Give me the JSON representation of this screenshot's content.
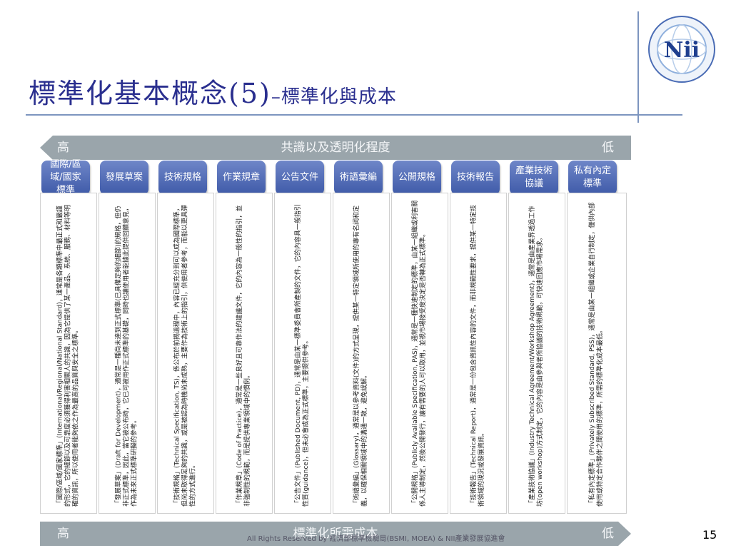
{
  "title": {
    "main": "標準化基本概念(5)",
    "sub": "–標準化與成本"
  },
  "top_banner": {
    "left": "高",
    "center": "共識以及透明化程度",
    "right": "低"
  },
  "bottom_banner": {
    "left": "高",
    "center": "標準化所需成本",
    "right": "低"
  },
  "categories": [
    {
      "label": "國際/區域/國家標準"
    },
    {
      "label": "發展草案"
    },
    {
      "label": "技術規格"
    },
    {
      "label": "作業規章"
    },
    {
      "label": "公告文件"
    },
    {
      "label": "術語彙編"
    },
    {
      "label": "公開規格"
    },
    {
      "label": "技術報告"
    },
    {
      "label": "產業技術協議"
    },
    {
      "label": "私有內定標準"
    }
  ],
  "descriptions": [
    "「國際/區域/國家標準」(International/Regional/National Standard)，通常是各類標準中最正式和嚴謹的形式，它的細節以及可靠度必須獲得利害相關人的共識，因為它提供了某一產品、系統、服務、材料等明確的資訊，所以使用者能夠依之作為最高的品質與安全之標準。",
    "「發展草案」(Draft for Development)，通常是一種尚未達到正式標準(已具備足夠的細節)的規格，但仍非正式標準，因此，當它被公布時，它已可被用作正式標準的基礎，同時也讓使用者能據此提供回饋意見，作為未來正式標準研擬的參考。",
    "「技術規格」(Technical Specification, TS)，係公布於前揭過程中，內容已經充分到可以成為國際標準，但尚未取得足夠的共識，或是被認為時機尚未成熟，主要作為技術上的指引，供使用者參考，而能以更具彈性的方式進行。",
    "「作業規章」(Code of Practice)，通常是一些良好且可靠作法的建議文件，它的內容為一般性的指引，並非強制性的規範，而是提供專業領域中的慣例。",
    "「公告文件」(Published Document, PD)，通常是由某一標準委員會所產製的文件，它的內容具一般指引性質(guidance)，但未必會成為正式標準，主要提供參考。",
    "「術語彙編」(Glossary)，通常是以參考資料(文件)的方式呈現，提供某一特定領域所使用的專有名詞和定義，以確保相關領域中的溝通一致，避免誤解。",
    "「公開規格」(Publicly Available Specification, PAS)，通常是一種快速制定的標準，由某一組織或利害關係人主導制定，然後公開發行，讓有需要的人可以取用，並視市場接受度決定是否轉為正式標準。",
    "「技術報告」(Technical Report)，通常是一份包含資訊性內容的文件，而非規範性要求，提供某一特定技術領域的現況或發展資訊。",
    "「產業技術協議」(Industry Technical Agreement/Workshop Agreement)，通常是由產業界透過工作坊(open workshop)方式制定，它的內容是由參與者所協議的技術規範，可快速回應市場需求。",
    "「私有內定標準」(Privately Subscribed Standard, PSS)，通常是由某一組織或企業自行制定，僅供內部使用或特定合作夥伴之間使用的標準，所需的標準化成本最低。"
  ],
  "footer": "All Rights Reserved by 經濟部標準檢驗局(BSMI, MOEA) & NII產業發展協進會",
  "page_number": "15",
  "logo": {
    "text": "Nii",
    "icon": "nii-globe-logo-icon"
  },
  "colors": {
    "title": "#2a2f8f",
    "banner": "#9aa5ab",
    "category": "#4a64b0",
    "rule": "#7d95bf"
  }
}
